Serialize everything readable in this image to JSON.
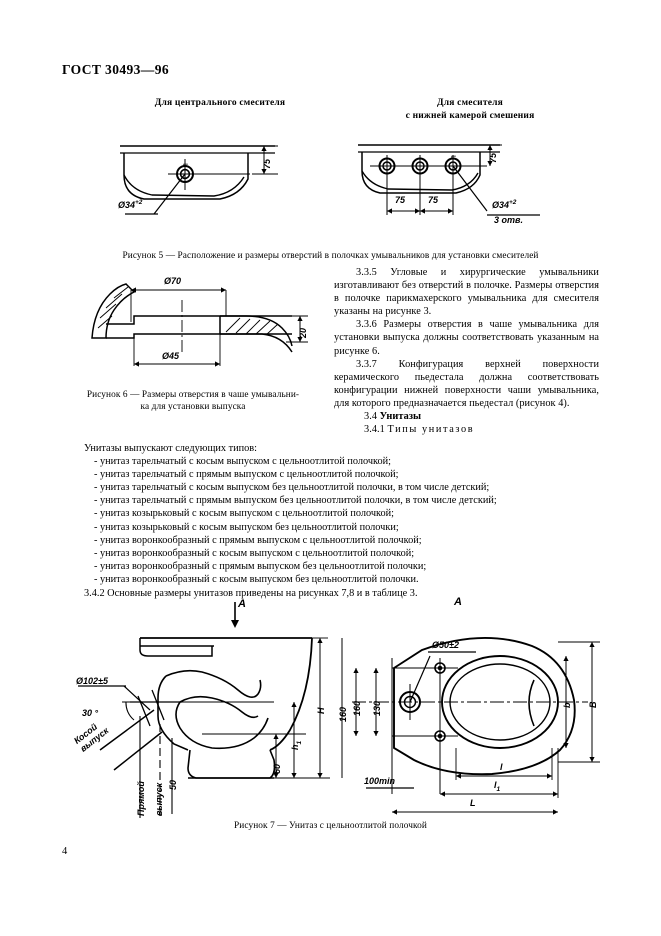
{
  "document": {
    "header": "ГОСТ 30493—96",
    "page_number": "4"
  },
  "figure5": {
    "left_heading": "Для центрального смесителя",
    "right_heading_line1": "Для смесителя",
    "right_heading_line2": "с нижней камерой смешения",
    "caption": "Рисунок 5 — Расположение и размеры отверстий в полочках умывальников для установки смесителей",
    "left_dims": {
      "height": "75",
      "diameter": "Ø34",
      "tolerance": "+2"
    },
    "right_dims": {
      "height": "75",
      "spacing_1": "75",
      "spacing_2": "75",
      "diameter": "Ø34",
      "tolerance": "+2",
      "holes_note": "3 отв."
    }
  },
  "figure6": {
    "caption_line1": "Рисунок 6 — Размеры отверстия в чаше умывальни-",
    "caption_line2": "ка для установки выпуска",
    "dims": {
      "outer_diameter": "Ø70",
      "inner_diameter": "Ø45",
      "depth": "20"
    }
  },
  "clauses": {
    "c335": "3.3.5 Угловые и хирургические умывальники изготавливают без отверстий в полочке. Размеры отверстия в полочке парикмахерского умывальника для смесителя указаны на рисунке 3.",
    "c336": "3.3.6 Размеры отверстия в чаше умывальника для установки выпуска должны соответствовать указанным на рисунке 6.",
    "c337": "3.3.7 Конфигурация верхней поверхности керамического пьедестала должна соответствовать конфигурации нижней поверхности чаши умывальника, для которого предназначается пьедестал (рисунок 4).",
    "s34_number": "3.4",
    "s34_title": "Унитазы",
    "c341_number": "3.4.1",
    "c341_title": "Типы  унитазов",
    "intro": "Унитазы выпускают следующих типов:",
    "types": [
      "- унитаз тарельчатый с косым выпуском с цельноотлитой полочкой;",
      "- унитаз тарельчатый с прямым выпуском с цельноотлитой полочкой;",
      "- унитаз тарельчатый с косым выпуском без цельноотлитой полочки, в том числе детский;",
      "- унитаз тарельчатый с прямым выпуском без цельноотлитой полочки, в том числе детский;",
      "- унитаз козырьковый с косым выпуском с цельноотлитой полочкой;",
      "- унитаз козырьковый с косым выпуском без цельноотлитой полочки;",
      "- унитаз воронкообразный с прямым выпуском с цельноотлитой полочкой;",
      "- унитаз воронкообразный с косым выпуском с цельноотлитой полочкой;",
      "- унитаз воронкообразный с прямым выпуском без цельноотлитой полочки;",
      "- унитаз воронкообразный с косым выпуском без цельноотлитой полочки."
    ],
    "c342": "3.4.2  Основные размеры унитазов приведены на рисунках 7,8 и в таблице 3."
  },
  "figure7": {
    "caption": "Рисунок 7 — Унитаз с цельноотлитой полочкой",
    "view_arrow_label": "A",
    "view_label": "A",
    "left_dims": {
      "outlet_diameter": "Ø102±5",
      "angle": "30 °",
      "oblique_outlet_l1": "Косой",
      "oblique_outlet_l2": "выпуск",
      "straight_outlet_l1": "Прямой",
      "straight_outlet_l2": "выпуск",
      "d50": "50",
      "d60": "60",
      "h1": "h",
      "h1_sub": "1",
      "H": "H",
      "d160": "160"
    },
    "right_dims": {
      "hole_diameter": "Ø50±2",
      "d160": "160",
      "d130": "130",
      "b_small": "b",
      "B_large": "B",
      "l": "l",
      "l1": "l",
      "l1_sub": "1",
      "L": "L",
      "min_note": "100min"
    }
  }
}
